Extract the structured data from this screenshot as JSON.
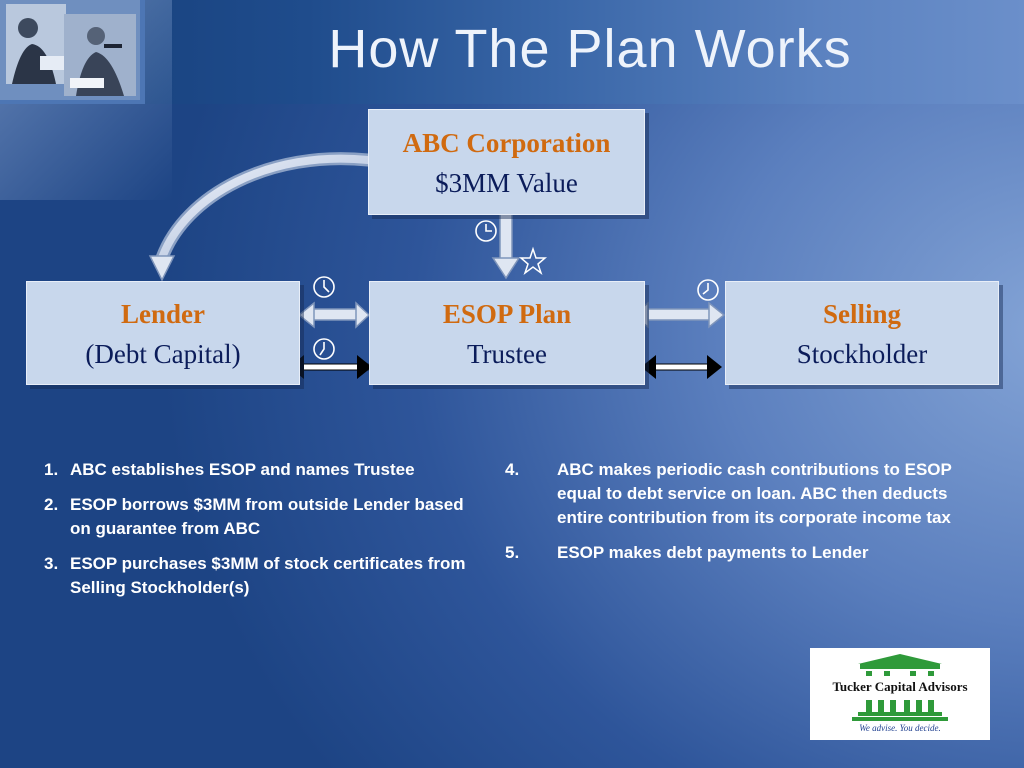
{
  "title": "How The Plan Works",
  "boxes": {
    "abc": {
      "line1": "ABC Corporation",
      "line2": "$3MM Value"
    },
    "lender": {
      "line1": "Lender",
      "line2": "(Debt Capital)"
    },
    "esop": {
      "line1": "ESOP Plan",
      "line2": "Trustee"
    },
    "seller": {
      "line1": "Selling",
      "line2": "Stockholder"
    }
  },
  "steps_left": [
    {
      "num": "1.",
      "text": "ABC establishes ESOP and names Trustee"
    },
    {
      "num": "2.",
      "text": "ESOP borrows $3MM from outside Lender based on guarantee from ABC"
    },
    {
      "num": "3.",
      "text": "ESOP purchases $3MM of stock certificates from Selling Stockholder(s)"
    }
  ],
  "steps_right": [
    {
      "num": "4.",
      "text": "ABC makes periodic cash contributions to ESOP equal to debt service on loan.  ABC then deducts entire contribution from its corporate income tax"
    },
    {
      "num": "5.",
      "text": "ESOP makes debt payments to Lender"
    }
  ],
  "logo": {
    "name": "Tucker Capital Advisors",
    "tagline": "We advise. You decide."
  },
  "icons": [
    "clock-icon",
    "star-icon"
  ],
  "colors": {
    "box_title": "#d06a10",
    "box_text": "#0b1c5a",
    "box_fill": "#c8d7ec",
    "logo_green": "#2f9a3a"
  }
}
